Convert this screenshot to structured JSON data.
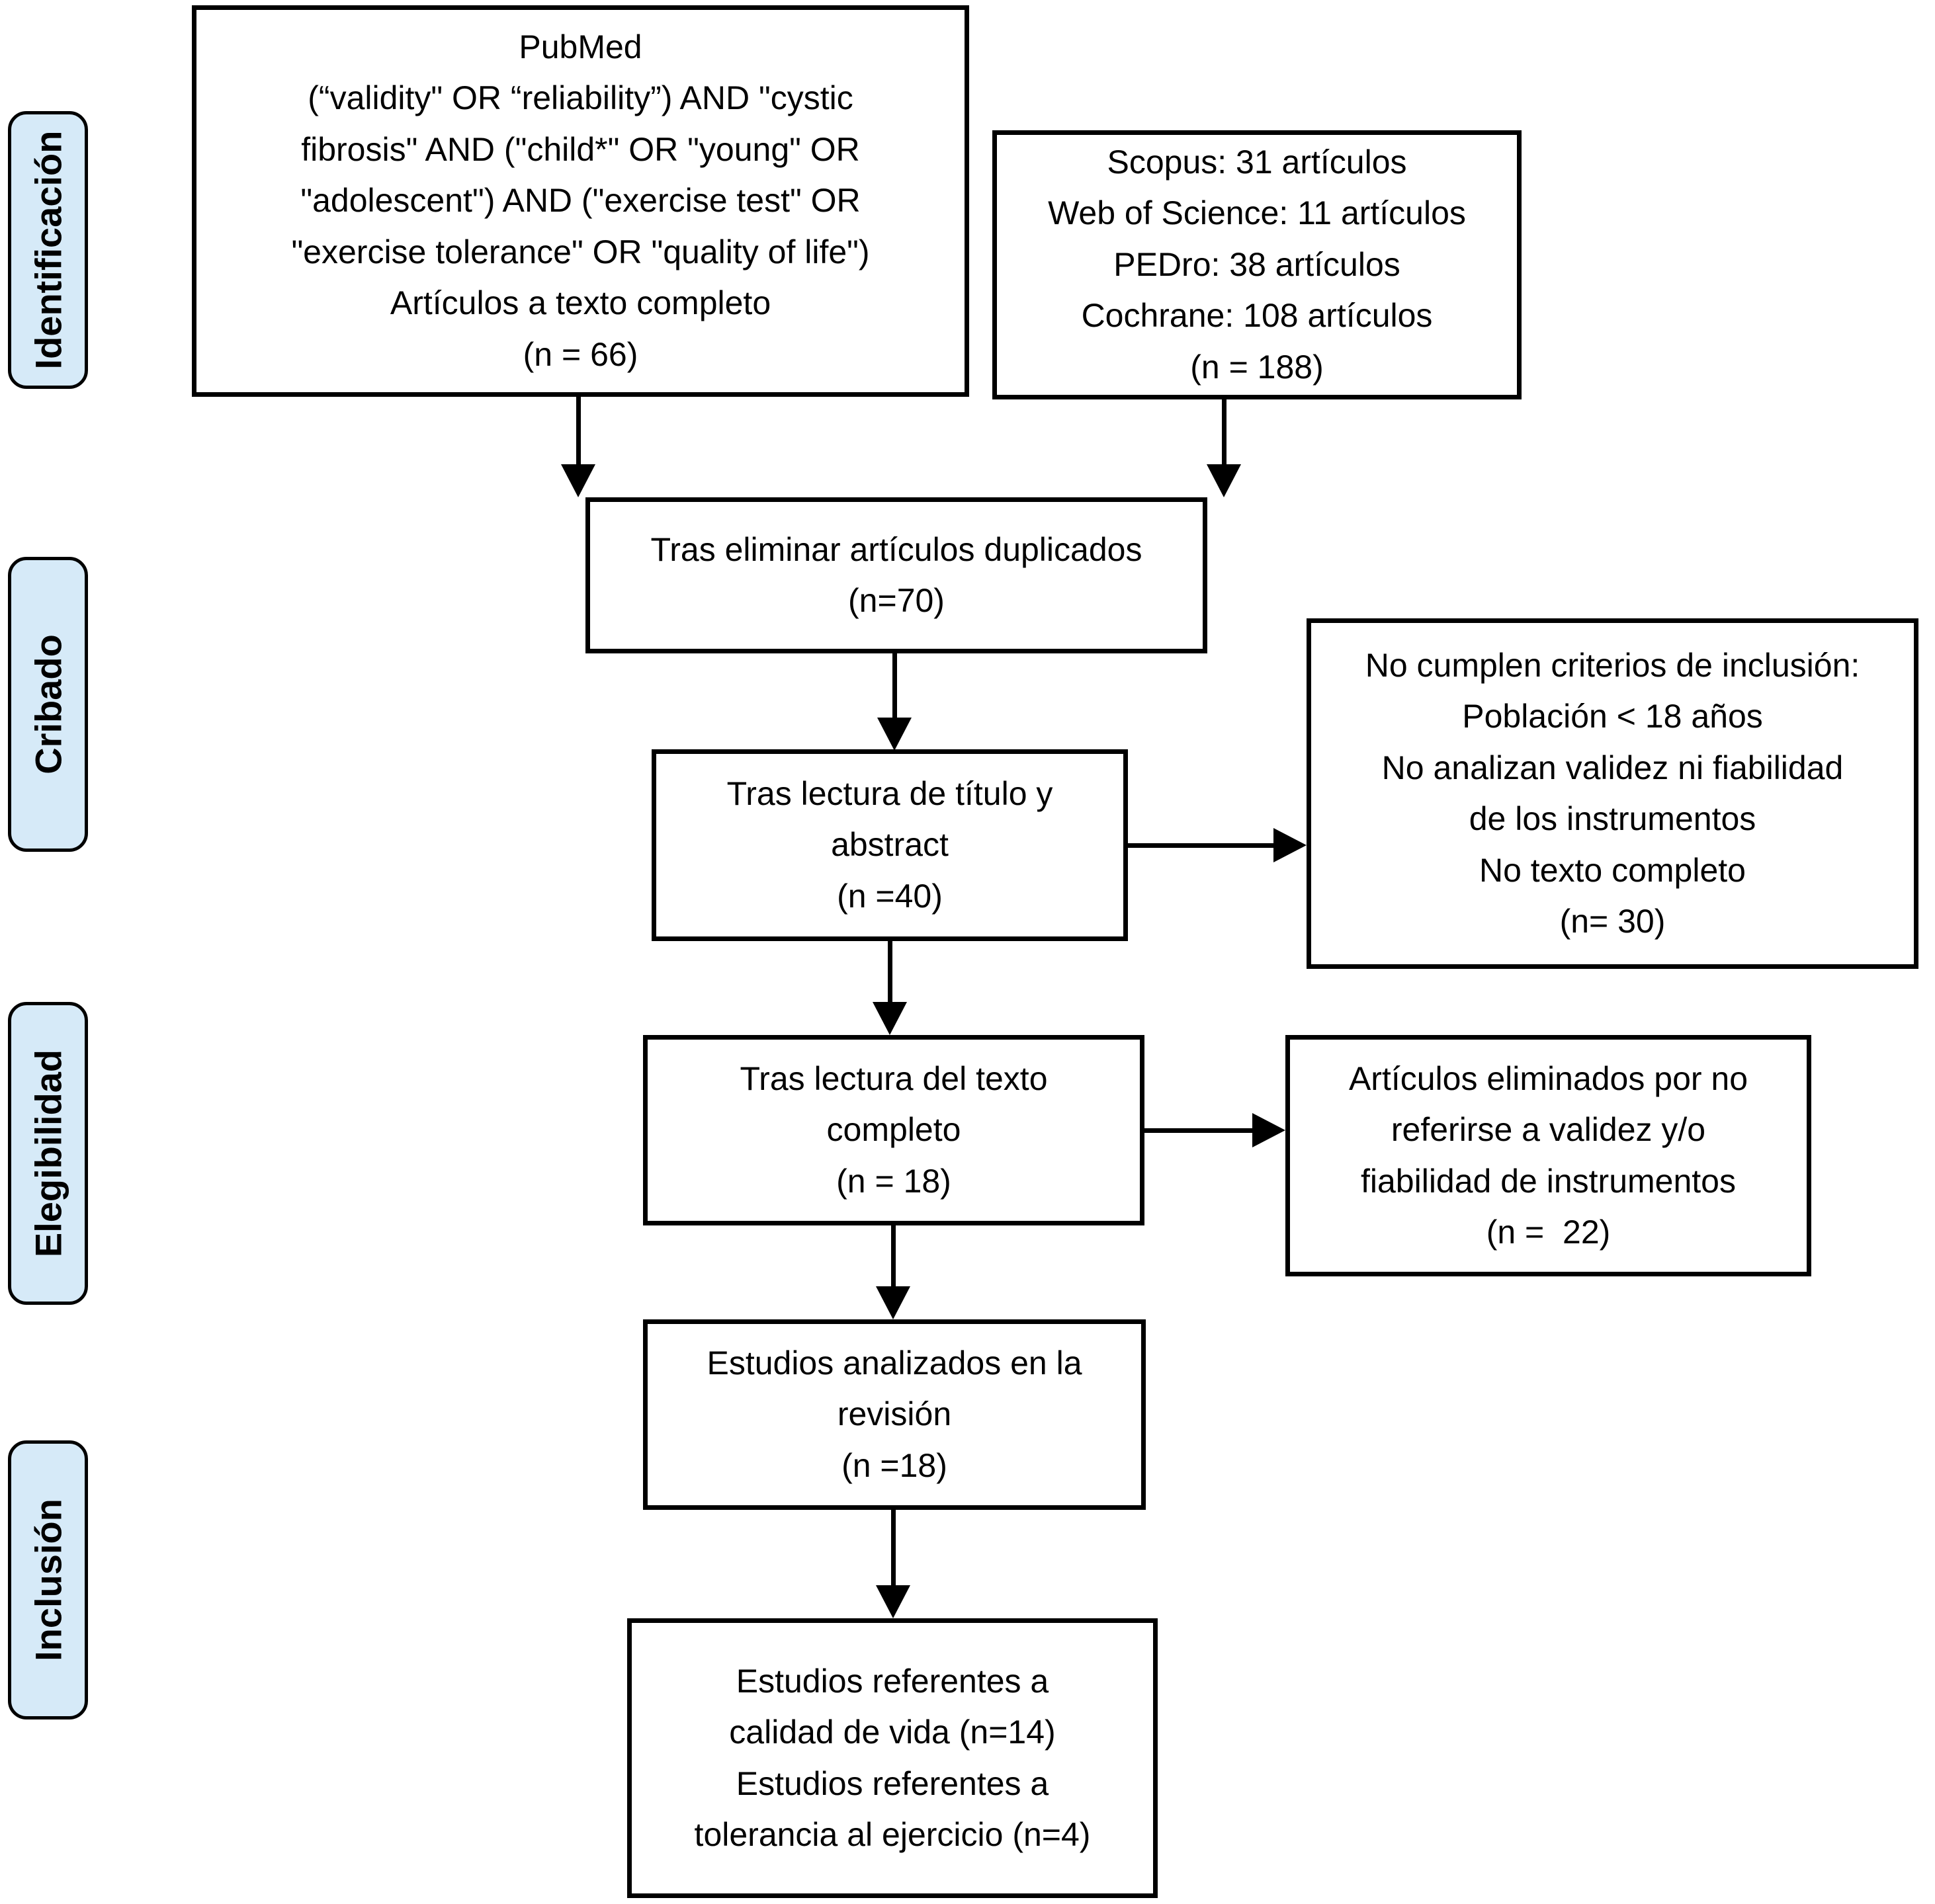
{
  "colors": {
    "phase_fill": "#D6EAF8",
    "box_fill": "#FFFFFF",
    "border": "#000000",
    "background": "#FFFFFF"
  },
  "sidebar": {
    "items": [
      {
        "label": "Identificación"
      },
      {
        "label": "Cribado"
      },
      {
        "label": "Elegibilidad"
      },
      {
        "label": "Inclusión"
      }
    ]
  },
  "boxes": {
    "pubmed": {
      "text": "PubMed\n(“validity\" OR “reliability”) AND \"cystic\nfibrosis\" AND (\"child*\" OR \"young\" OR\n\"adolescent\") AND (\"exercise test\" OR\n\"exercise tolerance\" OR \"quality of life\")\nArtículos a texto completo\n(n = 66)"
    },
    "databases": {
      "text": "Scopus: 31 artículos\nWeb of Science: 11 artículos\nPEDro: 38 artículos\nCochrane: 108 artículos\n(n = 188)"
    },
    "deduplicated": {
      "text": "Tras eliminar artículos duplicados\n(n=70)"
    },
    "title_abstract": {
      "text": "Tras lectura de título y\nabstract\n(n =40)"
    },
    "excluded_screening": {
      "text": "No cumplen criterios de inclusión:\nPoblación < 18 años\nNo analizan validez ni fiabilidad\nde los instrumentos\nNo texto completo\n(n= 30)"
    },
    "full_text": {
      "text": "Tras lectura del texto\ncompleto\n(n = 18)"
    },
    "excluded_fulltext": {
      "text": "Artículos eliminados por no\nreferirse a validez y/o\nfiabilidad de instrumentos\n(n =  22)"
    },
    "analyzed": {
      "text": "Estudios analizados en la\nrevisión\n(n =18)"
    },
    "included": {
      "text": "Estudios referentes a\ncalidad de vida (n=14)\nEstudios referentes a\ntolerancia al ejercicio (n=4)"
    }
  }
}
